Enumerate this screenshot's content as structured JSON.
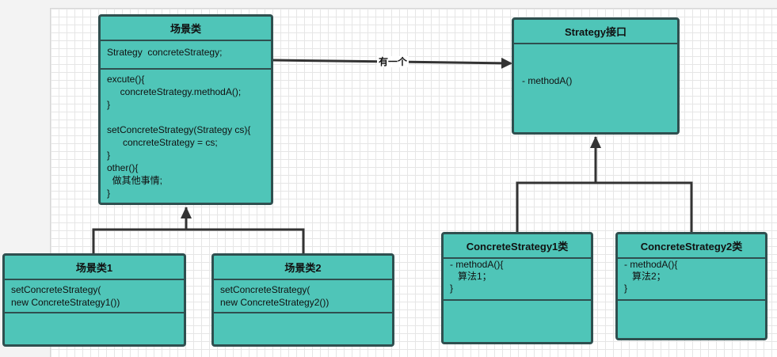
{
  "classes": {
    "scene": {
      "title": "场景类",
      "attributes": "Strategy  concreteStrategy;",
      "methods": "excute(){\n     concreteStrategy.methodA();\n}\n\nsetConcreteStrategy(Strategy cs){\n      concreteStrategy = cs;\n}\nother(){\n  做其他事情;\n}"
    },
    "strategy": {
      "title": "Strategy接口",
      "methods": "- methodA()"
    },
    "scene1": {
      "title": "场景类1",
      "methods": "setConcreteStrategy(\nnew ConcreteStrategy1())"
    },
    "scene2": {
      "title": "场景类2",
      "methods": "setConcreteStrategy(\nnew ConcreteStrategy2())"
    },
    "concrete1": {
      "title": "ConcreteStrategy1类",
      "methods": "- methodA(){\n   算法1；\n}"
    },
    "concrete2": {
      "title": "ConcreteStrategy2类",
      "methods": "- methodA(){\n   算法2；\n}"
    }
  },
  "relations": {
    "has_a_label": "有一个"
  },
  "colors": {
    "class_fill": "#4fc5b8",
    "class_border": "#2f4f4f",
    "line": "#333333"
  }
}
